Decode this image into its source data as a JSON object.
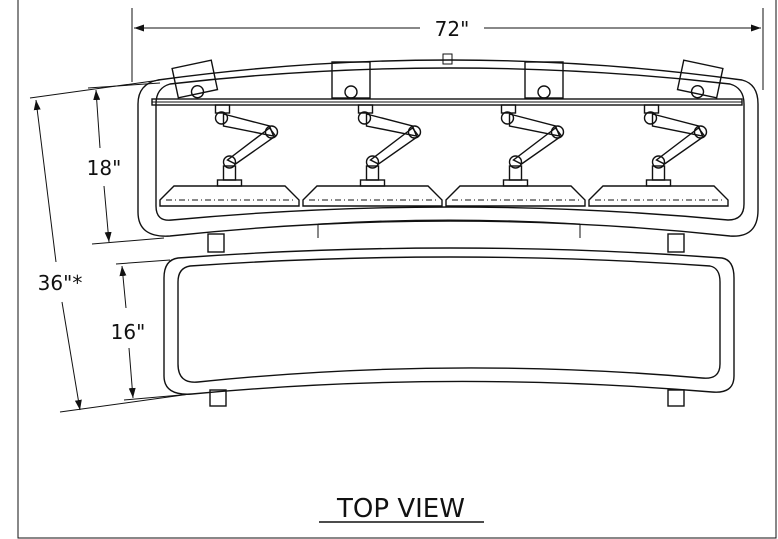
{
  "dimensions": {
    "overall_width": "72\"",
    "overall_depth": "36\"*",
    "upper_depth": "18\"",
    "lower_depth": "16\""
  },
  "view_title": "TOP VIEW",
  "monitor_count": 4
}
